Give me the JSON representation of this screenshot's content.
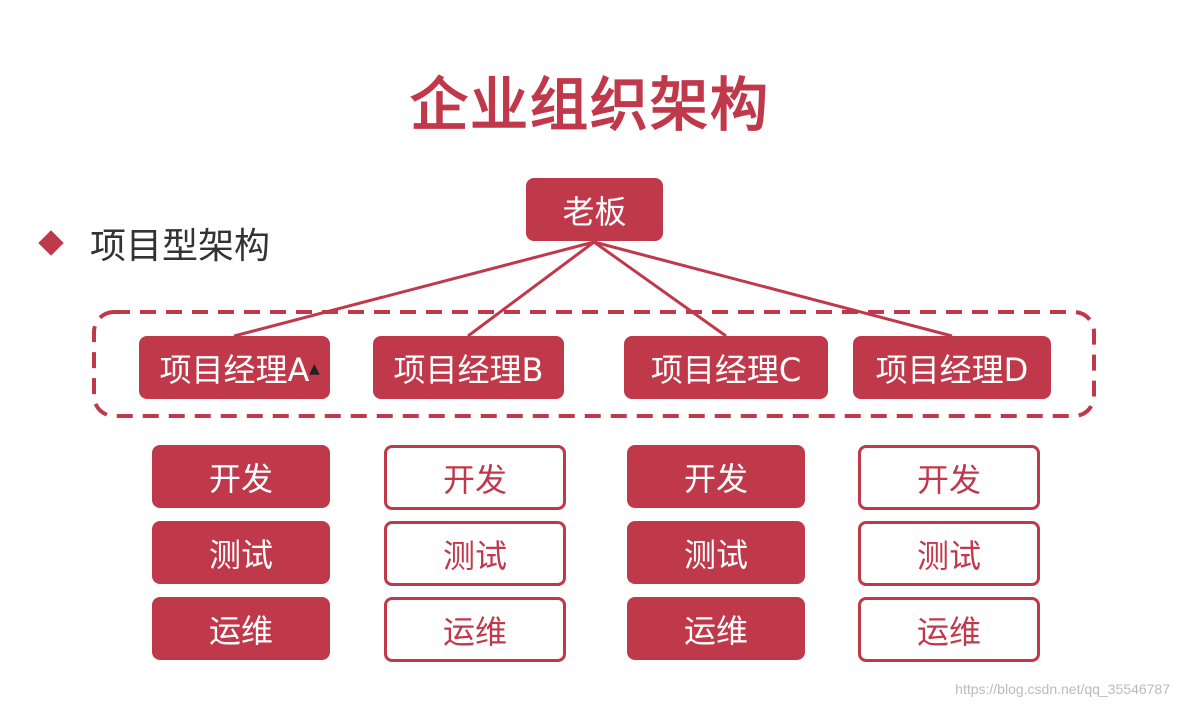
{
  "title": "企业组织架构",
  "bullet": "项目型架构",
  "boss": "老板",
  "managers": [
    "项目经理A",
    "项目经理B",
    "项目经理C",
    "项目经理D"
  ],
  "teams": [
    {
      "items": [
        "开发",
        "测试",
        "运维"
      ],
      "style": "filled"
    },
    {
      "items": [
        "开发",
        "测试",
        "运维"
      ],
      "style": "outline"
    },
    {
      "items": [
        "开发",
        "测试",
        "运维"
      ],
      "style": "filled"
    },
    {
      "items": [
        "开发",
        "测试",
        "运维"
      ],
      "style": "outline"
    }
  ],
  "watermark": "https://blog.csdn.net/qq_35546787",
  "colors": {
    "accent": "#c0394b",
    "text": "#333333"
  }
}
